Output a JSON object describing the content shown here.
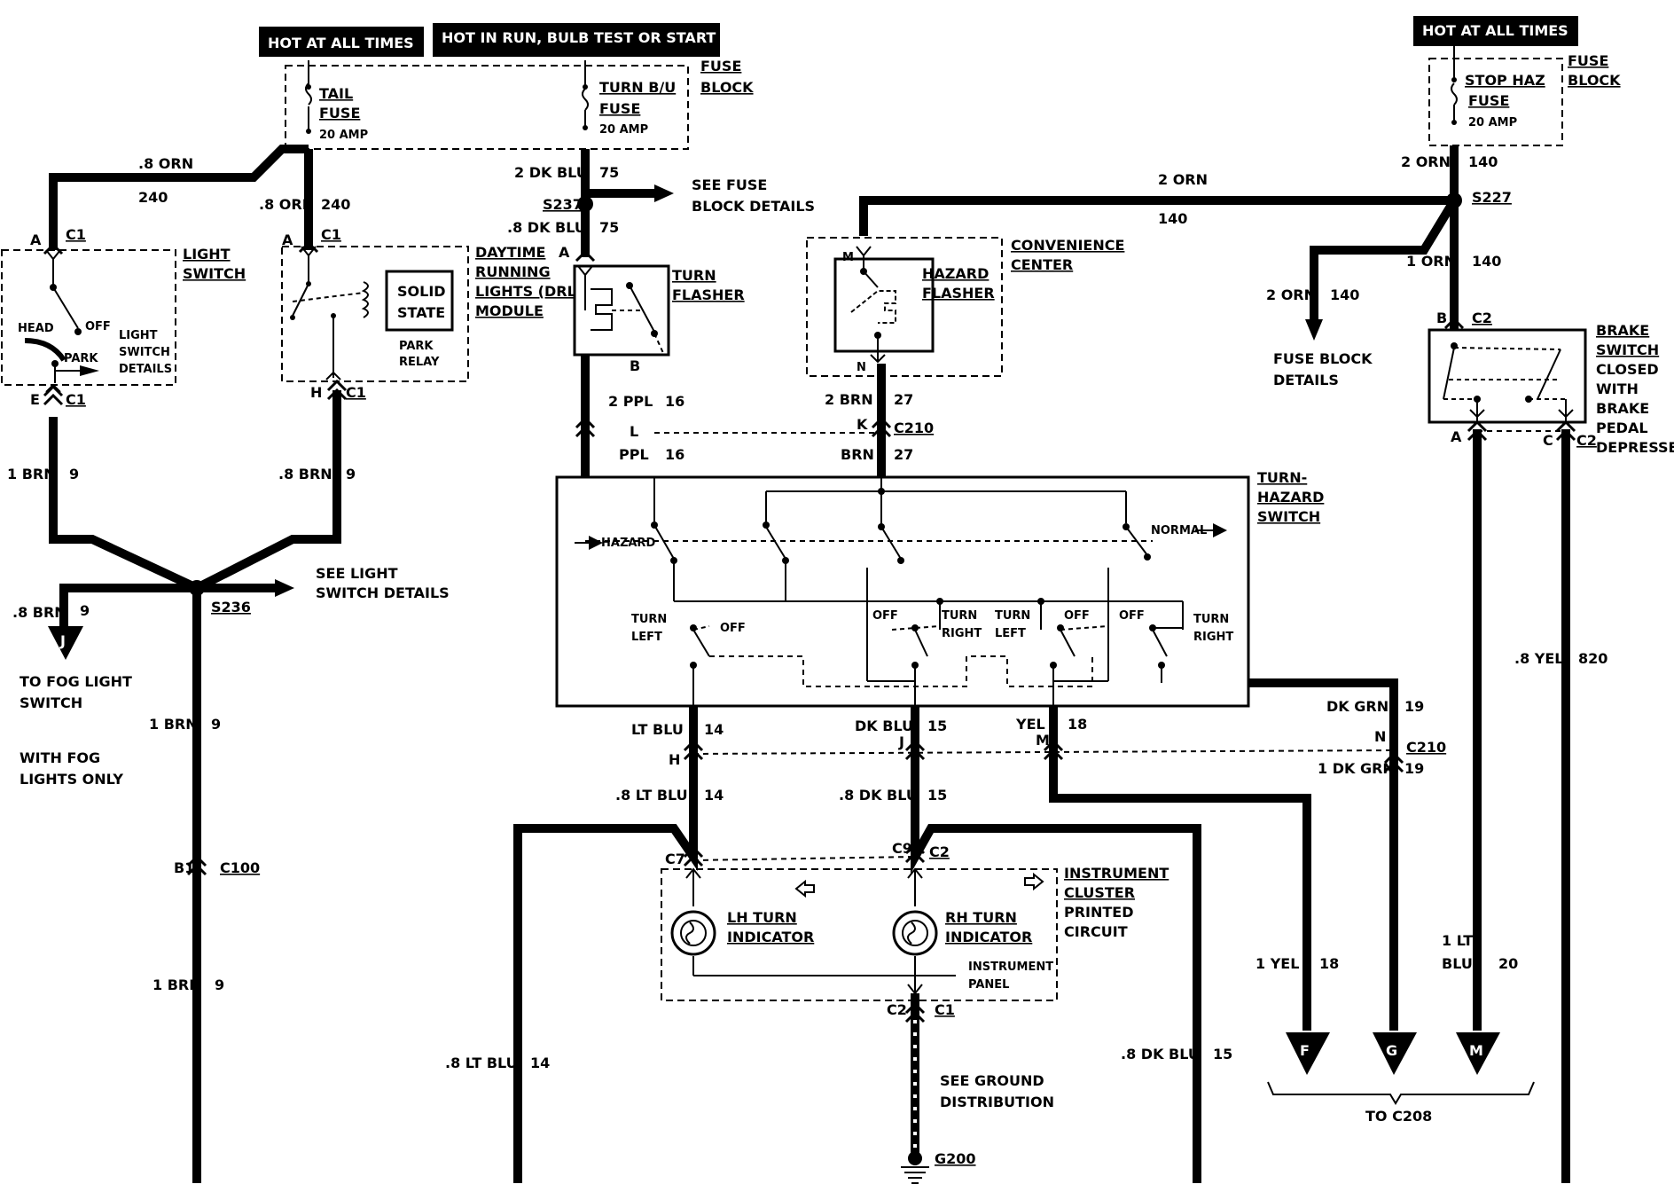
{
  "headers": {
    "hot1": "HOT AT ALL TIMES",
    "hot_run": "HOT IN RUN,  BULB TEST OR START",
    "hot2": "HOT AT ALL TIMES"
  },
  "fuse_block_left": {
    "tail_fuse": [
      "TAIL",
      "FUSE",
      "20 AMP"
    ],
    "turn_fuse": [
      "TURN B/U",
      "FUSE",
      "20 AMP"
    ],
    "label": [
      "FUSE",
      "BLOCK"
    ]
  },
  "fuse_block_right": {
    "fuse": [
      "STOP HAZ",
      "FUSE",
      "20 AMP"
    ],
    "label": [
      "FUSE",
      "BLOCK"
    ]
  },
  "wires": {
    "w_8orn_a": ".8 ORN",
    "w_240_a": "240",
    "w_8orn_b": ".8 ORN",
    "w_240_b": "240",
    "w_2dkblu": "2 DK BLU",
    "w_75_a": "75",
    "w_8dkblu": ".8 DK BLU",
    "w_75_b": "75",
    "w_2orn_top": "2 ORN",
    "w_140_top": "140",
    "w_2orn_r": "2 ORN",
    "w_140_r": "140",
    "w_1orn": "1 ORN",
    "w_140_1orn": "140",
    "w_2orn_fb": "2 ORN",
    "w_140_fb": "140",
    "w_1brn_a": "1 BRN",
    "w_9_a": "9",
    "w_8brn_a": ".8 BRN",
    "w_9_b": "9",
    "w_8brn_j": ".8 BRN",
    "w_9_j": "9",
    "w_1brn_b": "1 BRN",
    "w_9_c": "9",
    "w_1brn_c": "1 BRN",
    "w_9_d": "9",
    "w_2ppl": "2 PPL",
    "w_16_a": "16",
    "w_ppl": "PPL",
    "w_16_b": "16",
    "w_2brn": "2 BRN",
    "w_27_a": "27",
    "w_brn": "BRN",
    "w_27_b": "27",
    "w_ltblu": "LT BLU",
    "w_14_a": "14",
    "w_dkblu": "DK BLU",
    "w_15_a": "15",
    "w_yel": "YEL",
    "w_18_a": "18",
    "w_dkgrn": "DK GRN",
    "w_19_a": "19",
    "w_1dkgrn": "1 DK GRN",
    "w_19_b": "19",
    "w_8ltblu_a": ".8 LT BLU",
    "w_14_b": "14",
    "w_8dkblu_a": ".8 DK BLU",
    "w_15_b": "15",
    "w_8ltblu_b": ".8 LT BLU",
    "w_14_c": "14",
    "w_8dkblu_b": ".8 DK BLU",
    "w_15_c": "15",
    "w_1yel": "1 YEL",
    "w_18_b": "18",
    "w_1lt": "1 LT",
    "w_blu": "BLU",
    "w_20": "20",
    "w_8yel": ".8 YEL",
    "w_820": "820"
  },
  "splices": {
    "s237": "S237",
    "s227": "S227",
    "s236": "S236"
  },
  "connectors": {
    "c1": "C1",
    "c2": "C2",
    "c7": "C7",
    "c9": "C9",
    "c100": "C100",
    "c210": "C210",
    "b1": "B1",
    "pin_a": "A",
    "pin_b": "B",
    "pin_c": "C",
    "pin_e": "E",
    "pin_h": "H",
    "pin_j": "J",
    "pin_k": "K",
    "pin_l": "L",
    "pin_m": "M",
    "pin_n": "N"
  },
  "components": {
    "light_switch": [
      "LIGHT",
      "SWITCH"
    ],
    "light_switch_details": [
      "LIGHT",
      "SWITCH",
      "DETAILS"
    ],
    "head": "HEAD",
    "off": "OFF",
    "park": "PARK",
    "drl": [
      "DAYTIME",
      "RUNNING",
      "LIGHTS (DRL)",
      "MODULE"
    ],
    "solid_state": [
      "SOLID",
      "STATE"
    ],
    "park_relay": [
      "PARK",
      "RELAY"
    ],
    "turn_flasher": [
      "TURN",
      "FLASHER"
    ],
    "hazard_flasher": [
      "HAZARD",
      "FLASHER"
    ],
    "convenience_center": [
      "CONVENIENCE",
      "CENTER"
    ],
    "brake_switch": [
      "BRAKE",
      "SWITCH",
      "CLOSED",
      "WITH",
      "BRAKE",
      "PEDAL",
      "DEPRESSED"
    ],
    "turn_hazard_switch": [
      "TURN-",
      "HAZARD",
      "SWITCH"
    ],
    "hazard": "HAZARD",
    "normal": "NORMAL",
    "turn": "TURN",
    "left": "LEFT",
    "right": "RIGHT",
    "instrument_cluster": [
      "INSTRUMENT",
      "CLUSTER",
      "PRINTED",
      "CIRCUIT"
    ],
    "lh_turn": [
      "LH TURN",
      "INDICATOR"
    ],
    "rh_turn": [
      "RH TURN",
      "INDICATOR"
    ],
    "instrument_panel": [
      "INSTRUMENT",
      "PANEL"
    ]
  },
  "notes": {
    "see_fuse": [
      "SEE FUSE",
      "BLOCK DETAILS"
    ],
    "fuse_block_details": [
      "FUSE BLOCK",
      "DETAILS"
    ],
    "see_light": [
      "SEE LIGHT",
      "SWITCH DETAILS"
    ],
    "fog": [
      "TO FOG LIGHT",
      "SWITCH"
    ],
    "fog2": [
      "WITH FOG",
      "LIGHTS ONLY"
    ],
    "see_ground": [
      "SEE GROUND",
      "DISTRIBUTION"
    ],
    "g200": "G200",
    "to_c208": "TO C208"
  },
  "terminals": {
    "j": "J",
    "f": "F",
    "g": "G",
    "m": "M"
  }
}
